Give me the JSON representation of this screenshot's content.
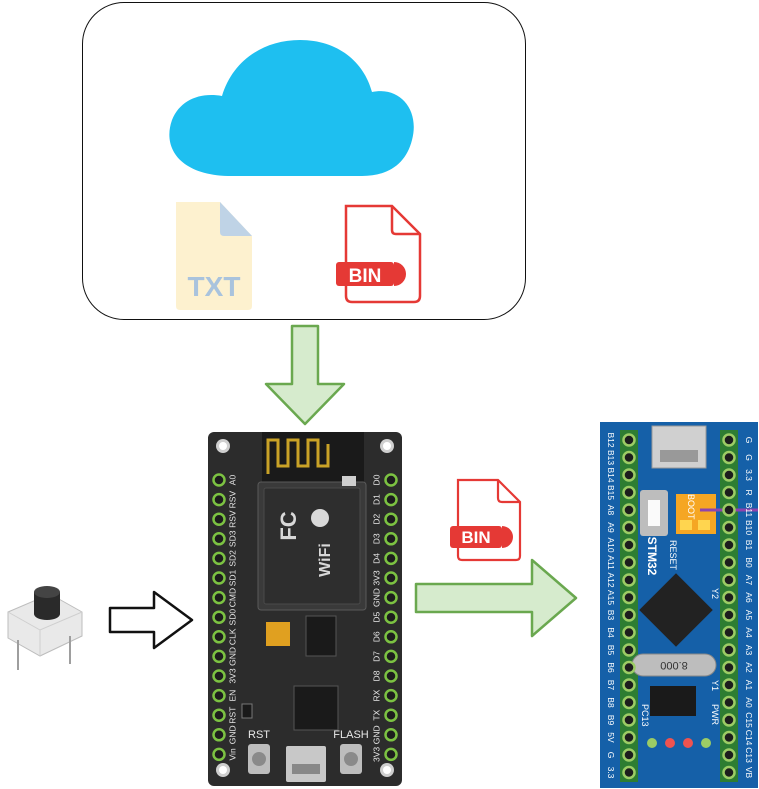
{
  "cloud_panel": {
    "txt_file_label": "TXT",
    "bin_file_label": "BIN"
  },
  "transfer": {
    "bin_file_label": "BIN"
  },
  "esp_board": {
    "module_fc_mark": "FC",
    "module_wifi_mark": "WiFi",
    "rst_label": "RST",
    "flash_label": "FLASH",
    "left_pins": [
      "A0",
      "RSV",
      "RSV",
      "SD3",
      "SD2",
      "SD1",
      "CMD",
      "SD0",
      "CLK",
      "GND",
      "3V3",
      "EN",
      "RST",
      "GND",
      "Vin"
    ],
    "right_pins": [
      "D0",
      "D1",
      "D2",
      "D3",
      "D4",
      "3V3",
      "GND",
      "D5",
      "D6",
      "D7",
      "D8",
      "RX",
      "TX",
      "GND",
      "3V3"
    ]
  },
  "stm_board": {
    "title": "STM32",
    "crystal_label": "8.000",
    "boot_label": "BOOT",
    "reset_label": "RESET",
    "pwr_label": "PWR",
    "pc13_label": "PC13",
    "y1_label": "Y1",
    "y2_label": "Y2",
    "left_pins": [
      "B12",
      "B13",
      "B14",
      "B15",
      "A8",
      "A9",
      "A10",
      "A11",
      "A12",
      "A15",
      "B3",
      "B4",
      "B5",
      "B6",
      "B7",
      "B8",
      "B9",
      "5V",
      "G",
      "3.3"
    ],
    "right_pins": [
      "G",
      "G",
      "3.3",
      "R",
      "B11",
      "B10",
      "B1",
      "B0",
      "A7",
      "A6",
      "A5",
      "A4",
      "A3",
      "A2",
      "A1",
      "A0",
      "C15",
      "C14",
      "C13",
      "VB"
    ]
  },
  "colors": {
    "cloud": "#1ebff0",
    "arrow_fill": "#d6ebcd",
    "arrow_stroke": "#6aa84f",
    "bin_red": "#e53935",
    "txt_beige": "#fdf1cf",
    "stm_blue": "#1560a8",
    "esp_board": "#2c2c2c"
  }
}
